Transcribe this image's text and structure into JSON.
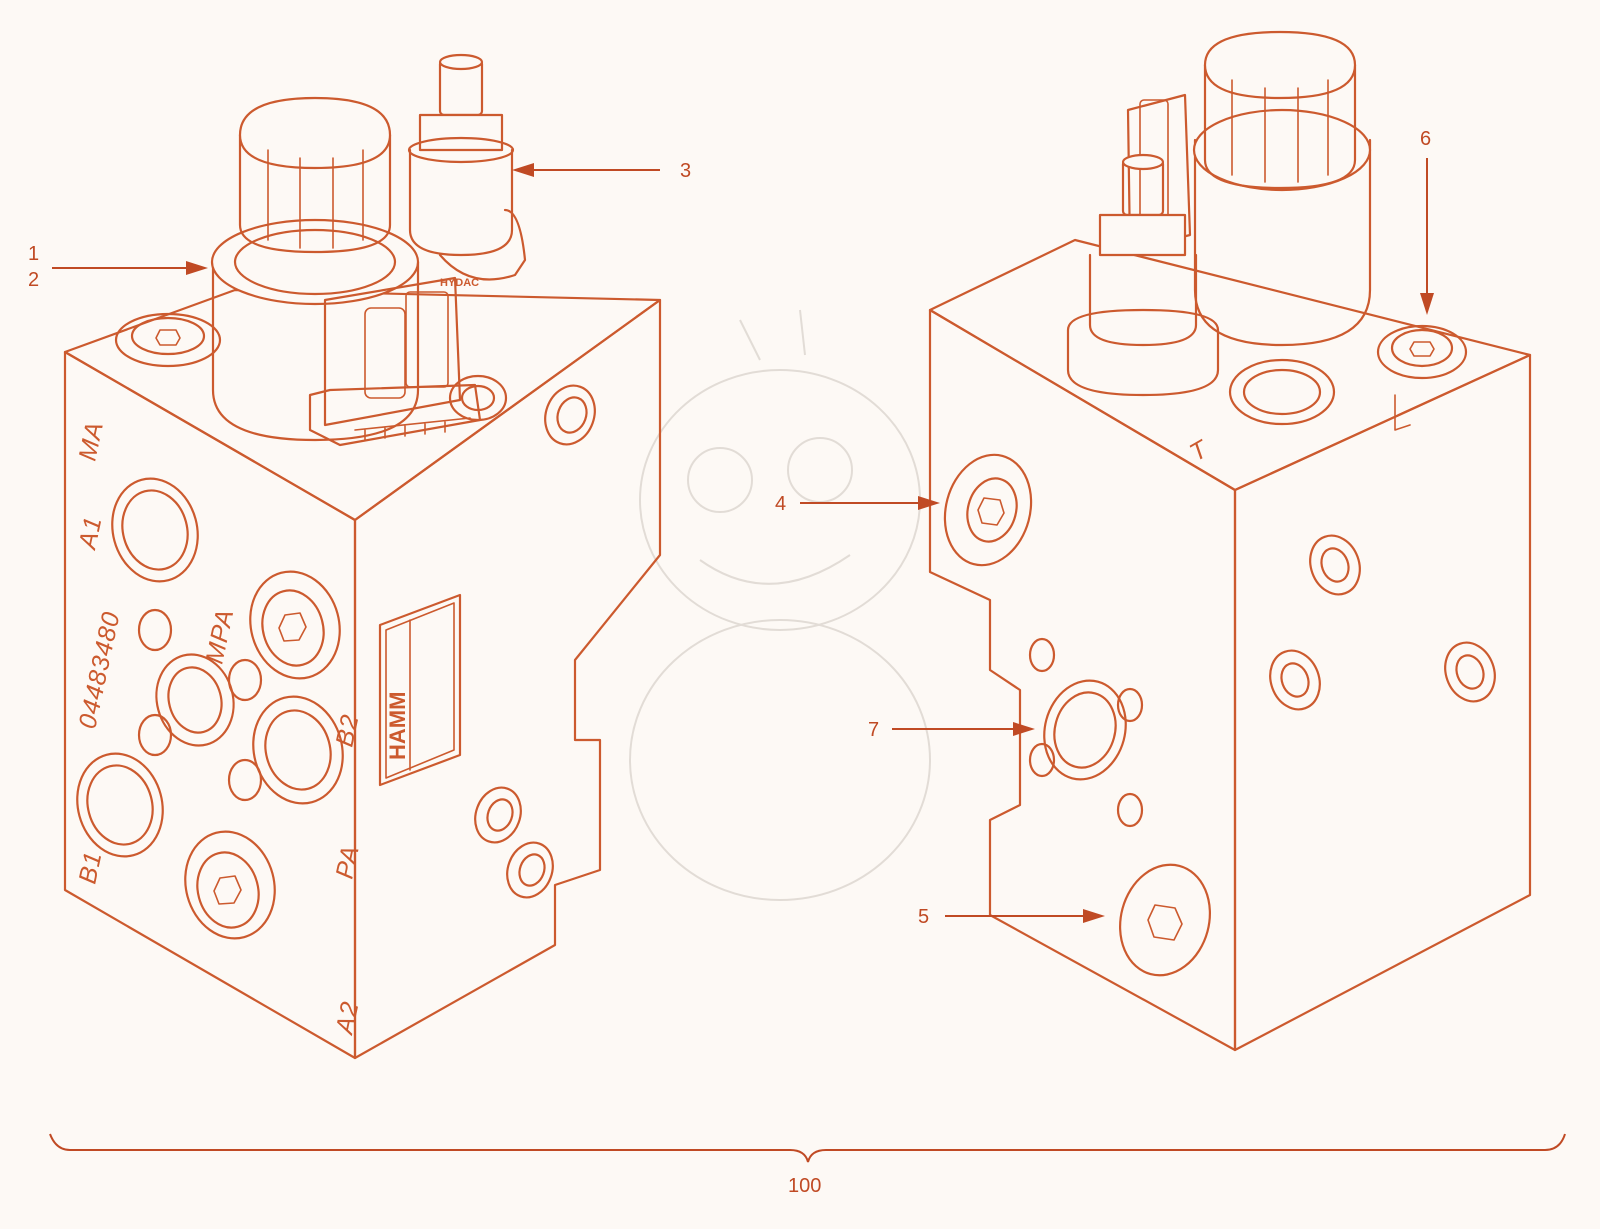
{
  "callouts": {
    "c1": "1",
    "c2": "2",
    "c3": "3",
    "c4": "4",
    "c5": "5",
    "c6": "6",
    "c7": "7"
  },
  "ports": {
    "ma": "MA",
    "a1": "A1",
    "part_number": "04483480",
    "mpa": "MPA",
    "b1": "B1",
    "b2": "B2",
    "pa": "PA",
    "a2": "A2",
    "t": "T"
  },
  "plate": {
    "brand": "HAMM"
  },
  "coil": {
    "brand_mark": "HYDAC"
  },
  "dimension": {
    "label": "100"
  },
  "colors": {
    "line": "#cc5a2e",
    "callout": "#c04a24",
    "background": "#fdf9f5"
  }
}
